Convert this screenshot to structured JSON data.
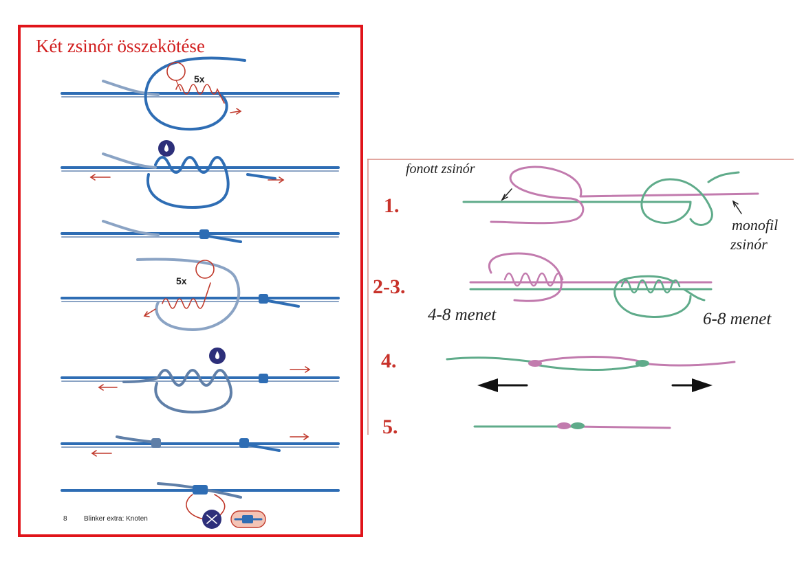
{
  "left": {
    "title": "Két zsinór összekötése",
    "turns_label_1": "5x",
    "turns_label_2": "5x",
    "footer_page": "8",
    "footer_text": "Blinker extra: Knoten",
    "colors": {
      "line": "#2e6db4",
      "line_dark": "#1f4f8f",
      "arrow": "#c0392b",
      "border": "#e0141a",
      "badge": "#2d2f7a"
    },
    "icons": [
      "drop-icon",
      "drop-icon",
      "scissors-icon"
    ]
  },
  "right": {
    "label_braided": "fonott zsinór",
    "label_mono_1": "monofil",
    "label_mono_2": "zsinór",
    "steps": [
      "1.",
      "2-3.",
      "4.",
      "5."
    ],
    "turns_left": "4-8 menet",
    "turns_right": "6-8 menet",
    "colors": {
      "braided": "#c27bae",
      "mono": "#5fab8a",
      "step": "#c8322a"
    }
  }
}
